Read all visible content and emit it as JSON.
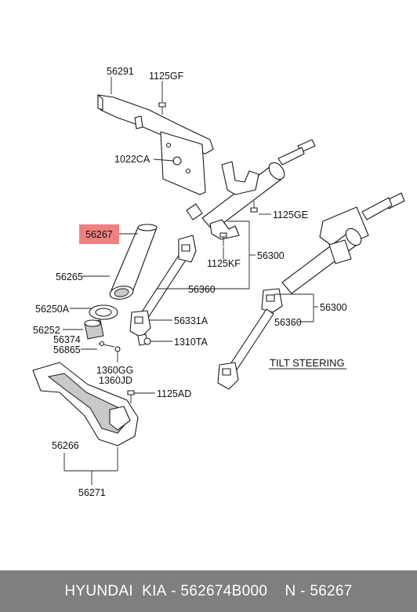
{
  "labels": {
    "p56291": "56291",
    "p1125GF": "1125GF",
    "p1022CA": "1022CA",
    "p1125GE": "1125GE",
    "p56267": "56267",
    "p1125KF": "1125KF",
    "p56300a": "56300",
    "p56265": "56265",
    "p56360a": "56360",
    "p56250A": "56250A",
    "p56331A": "56331A",
    "p56252": "56252",
    "p56374": "56374",
    "p1310TA": "1310TA",
    "p56865": "56865",
    "p1360GG": "1360GG",
    "p1360JD": "1360JD",
    "p1125AD": "1125AD",
    "p56300b": "56300",
    "p56360b": "56360",
    "tilt": "TILT STEERING",
    "p56266": "56266",
    "p56271": "56271"
  },
  "highlight_color": "#f08080",
  "footer": {
    "brand": "HYUNDAI  KIA",
    "sep1": " - ",
    "part_number": "562674B000",
    "sep2": "    N - ",
    "ref": "56267"
  }
}
